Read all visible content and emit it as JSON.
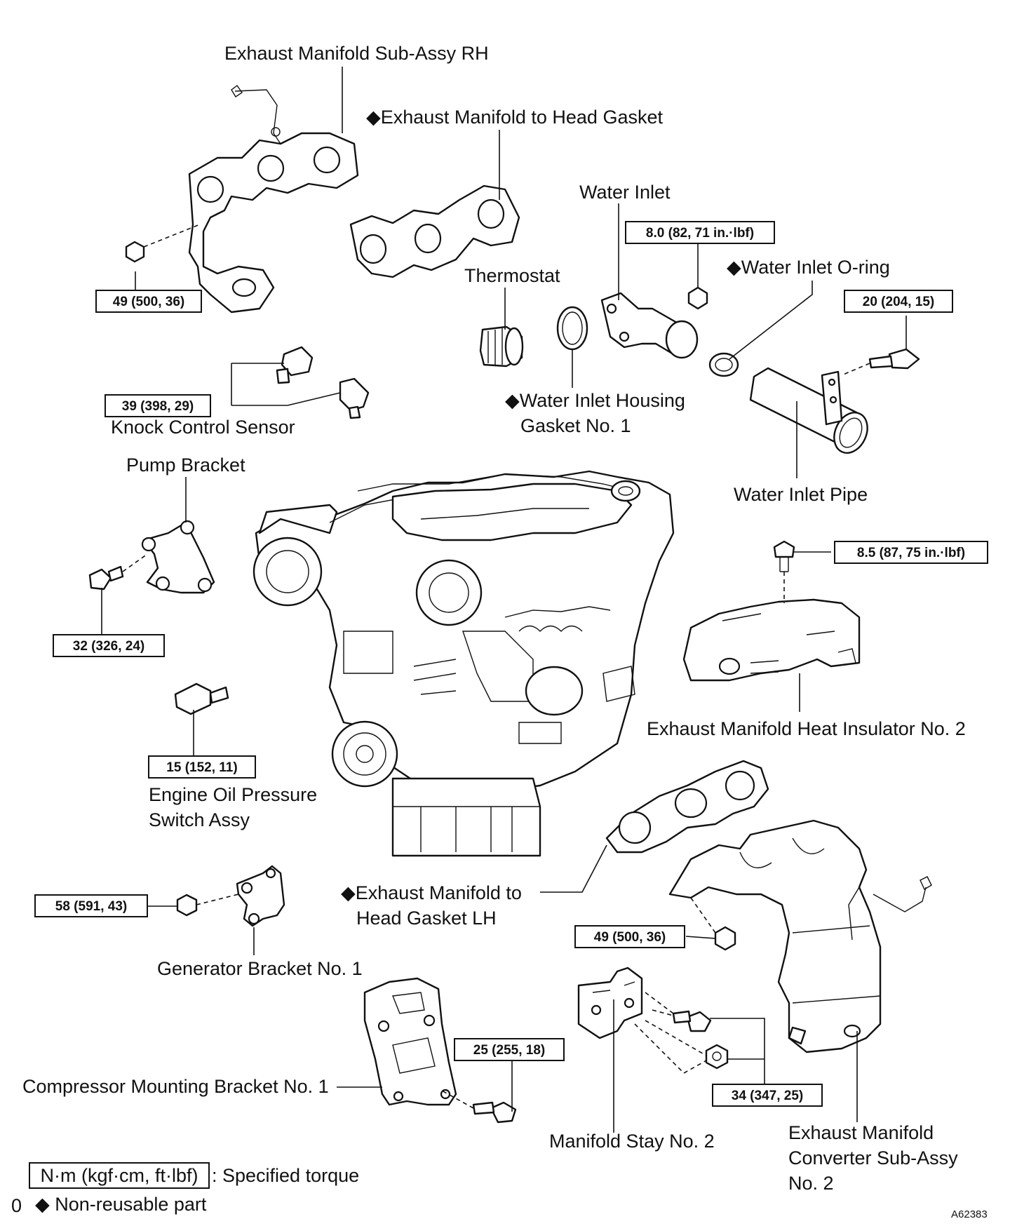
{
  "labels": {
    "exhaust_manifold_rh": "Exhaust Manifold Sub-Assy RH",
    "gasket_rh": "◆Exhaust Manifold to Head Gasket",
    "water_inlet": "Water Inlet",
    "thermostat": "Thermostat",
    "water_inlet_oring": "◆Water Inlet O-ring",
    "knock_sensor": "Knock Control Sensor",
    "water_inlet_housing_gasket_line1": "◆Water Inlet Housing",
    "water_inlet_housing_gasket_line2": "Gasket No. 1",
    "water_inlet_pipe": "Water Inlet Pipe",
    "pump_bracket": "Pump Bracket",
    "heat_insulator": "Exhaust Manifold Heat Insulator No. 2",
    "oil_pressure_switch_line1": "Engine Oil Pressure",
    "oil_pressure_switch_line2": "Switch Assy",
    "gasket_lh_line1": "◆Exhaust Manifold to",
    "gasket_lh_line2": "Head Gasket LH",
    "generator_bracket": "Generator Bracket No. 1",
    "compressor_bracket": "Compressor Mounting Bracket No. 1",
    "manifold_stay": "Manifold Stay No. 2",
    "converter_line1": "Exhaust Manifold",
    "converter_line2": "Converter Sub-Assy",
    "converter_line3": "No. 2"
  },
  "torques": {
    "rh_manifold_nut": "49 (500, 36)",
    "water_inlet_nut": "8.0 (82, 71 in.·lbf)",
    "pipe_bolt": "20 (204, 15)",
    "knock_sensor": "39 (398, 29)",
    "insulator_bolt": "8.5 (87, 75 in.·lbf)",
    "pump_bracket_bolt": "32 (326, 24)",
    "oil_switch": "15 (152, 11)",
    "generator_nut": "58 (591, 43)",
    "converter_nut": "49 (500, 36)",
    "compressor_bolt": "25 (255, 18)",
    "stay_bolts": "34 (347, 25)"
  },
  "legend": {
    "unit_box": "N·m (kgf·cm, ft·lbf)",
    "unit_desc": ": Specified torque",
    "nonreusable": "◆ Non-reusable part",
    "page_mark": "0"
  },
  "figure_code": "A62383"
}
